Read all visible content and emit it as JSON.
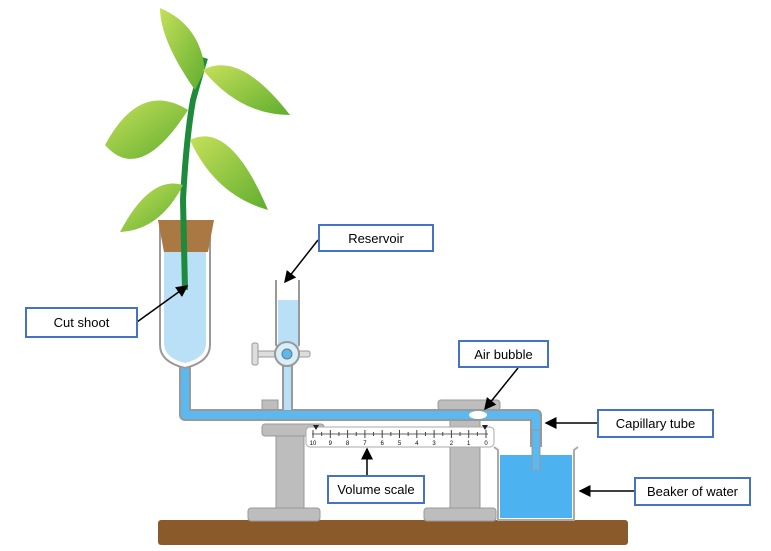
{
  "labels": {
    "cut_shoot": "Cut shoot",
    "reservoir": "Reservoir",
    "air_bubble": "Air bubble",
    "capillary_tube": "Capillary tube",
    "volume_scale": "Volume scale",
    "beaker_of_water": "Beaker of water"
  },
  "scale_ticks": [
    "10",
    "9",
    "8",
    "7",
    "6",
    "5",
    "4",
    "3",
    "2",
    "1",
    "0"
  ],
  "colors": {
    "label_border": "#4472c4",
    "water": "#4db3f0",
    "tube_water": "#b9e0f7",
    "stand": "#bdbdbd",
    "board": "#8b5a2b",
    "leaf": "#8cc63f",
    "stem": "#1e8a3c"
  }
}
